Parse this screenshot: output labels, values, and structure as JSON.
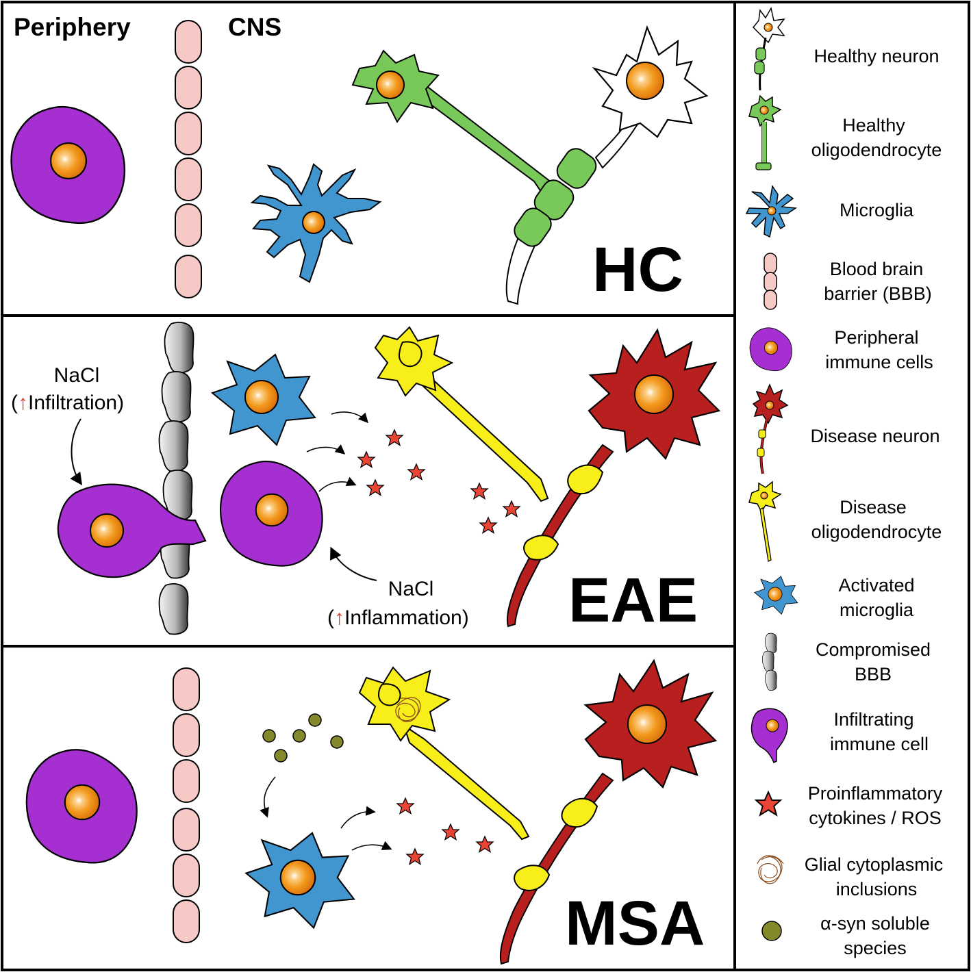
{
  "headers": {
    "periphery": "Periphery",
    "cns": "CNS"
  },
  "panels": [
    {
      "id": "hc",
      "label": "HC"
    },
    {
      "id": "eae",
      "label": "EAE"
    },
    {
      "id": "msa",
      "label": "MSA"
    }
  ],
  "annotations": {
    "infiltration_top": "NaCl",
    "infiltration_arrow": "↑",
    "infiltration_rest": "Infiltration)",
    "inflammation_top": "NaCl",
    "inflammation_arrow": "↑",
    "inflammation_rest": "Inflammation)"
  },
  "legend": [
    {
      "icon": "healthy-neuron-icon",
      "lines": [
        "Healthy neuron"
      ]
    },
    {
      "icon": "healthy-oligodendrocyte-icon",
      "lines": [
        "Healthy",
        "oligodendrocyte"
      ]
    },
    {
      "icon": "microglia-icon",
      "lines": [
        "Microglia"
      ]
    },
    {
      "icon": "bbb-icon",
      "lines": [
        "Blood brain",
        "barrier (BBB)"
      ]
    },
    {
      "icon": "peripheral-immune-cell-icon",
      "lines": [
        "Peripheral",
        "immune cells"
      ]
    },
    {
      "icon": "disease-neuron-icon",
      "lines": [
        "Disease neuron"
      ]
    },
    {
      "icon": "disease-oligodendrocyte-icon",
      "lines": [
        "Disease",
        "oligodendrocyte"
      ]
    },
    {
      "icon": "activated-microglia-icon",
      "lines": [
        "Activated",
        "microglia"
      ]
    },
    {
      "icon": "compromised-bbb-icon",
      "lines": [
        "Compromised",
        "BBB"
      ]
    },
    {
      "icon": "infiltrating-immune-cell-icon",
      "lines": [
        "Infiltrating",
        "immune cell"
      ]
    },
    {
      "icon": "cytokine-star-icon",
      "lines": [
        "Proinflammatory",
        "cytokines / ROS"
      ]
    },
    {
      "icon": "gci-icon",
      "lines": [
        "Glial cytoplasmic",
        "inclusions"
      ]
    },
    {
      "icon": "asyn-dot-icon",
      "lines": [
        "α-syn soluble",
        "species"
      ]
    }
  ],
  "colors": {
    "immune": "#a52fd0",
    "nucleus": "#f39a1e",
    "bbb": "#f7c9c6",
    "microglia": "#4296cf",
    "healthy_oligo": "#79c85a",
    "disease_oligo": "#f7ee1a",
    "disease_neuron": "#b8201f",
    "cytokine": "#ea4435",
    "asyn": "#848a2c",
    "gci": "#8a4a1a"
  }
}
